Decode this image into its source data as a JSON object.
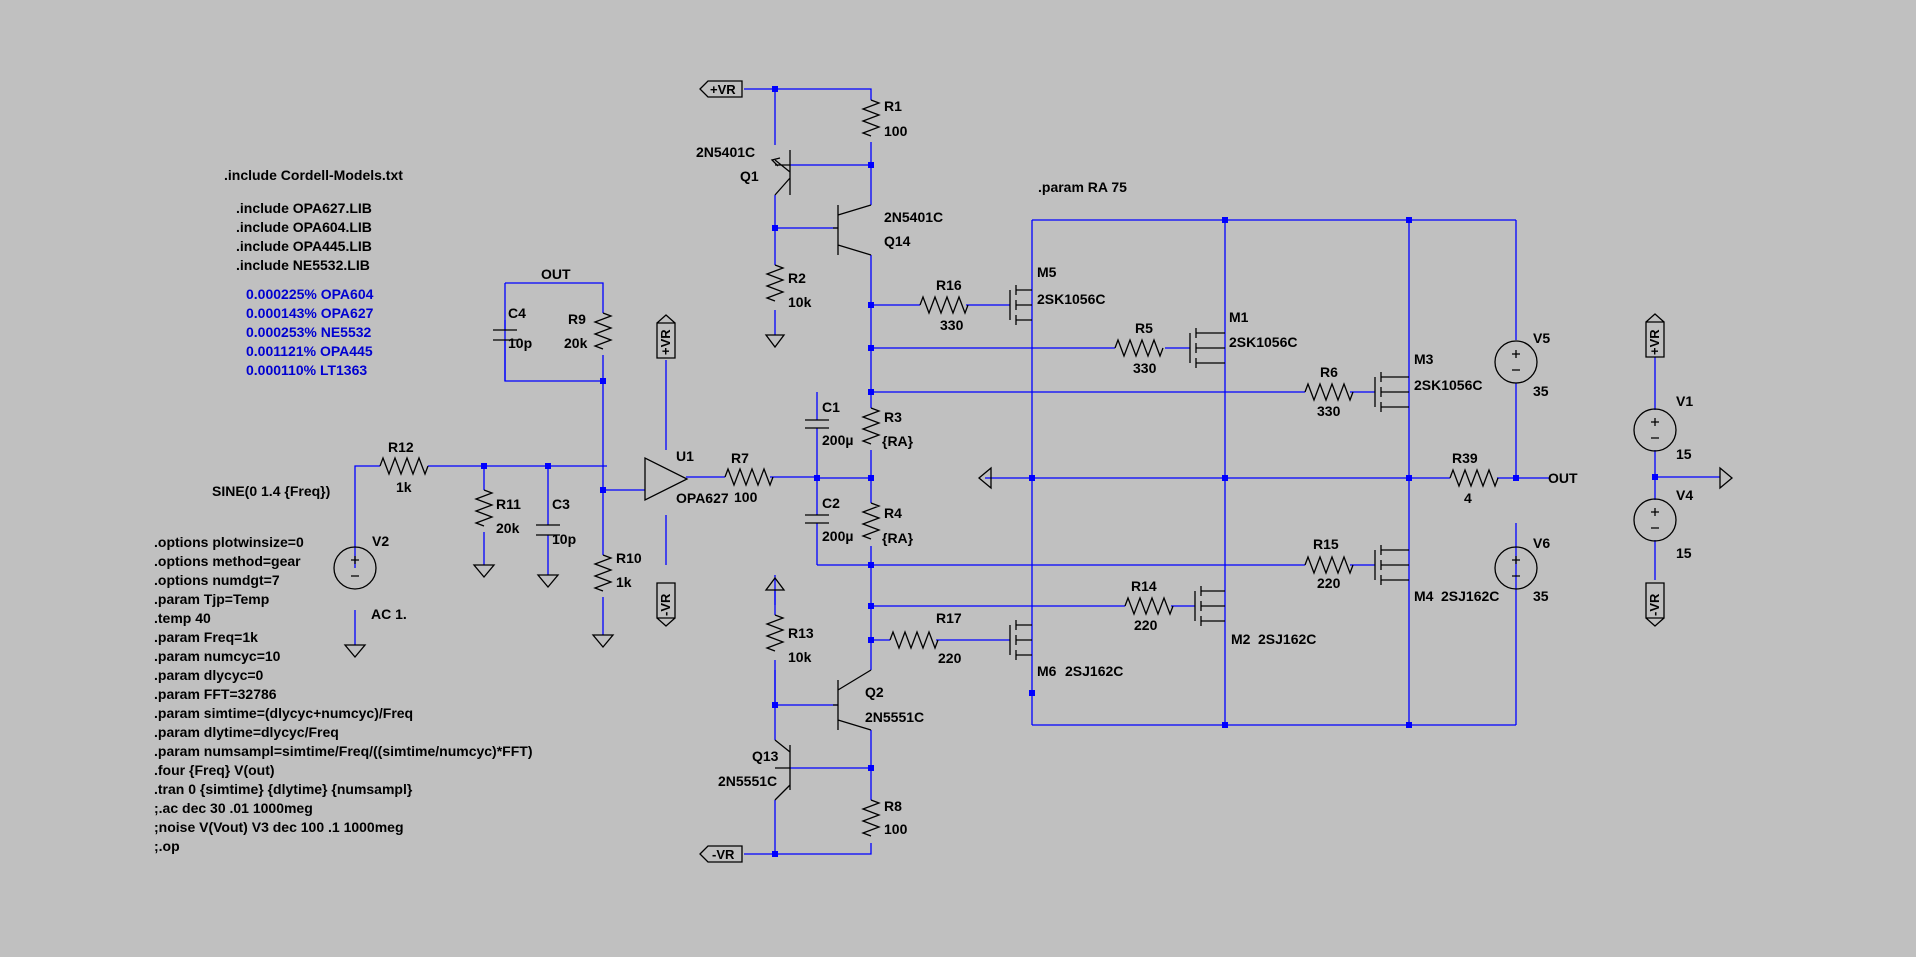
{
  "directives": {
    "include_cordell": ".include Cordell-Models.txt",
    "includes": [
      ".include OPA627.LIB",
      ".include OPA604.LIB",
      ".include OPA445.LIB",
      ".include NE5532.LIB"
    ],
    "param_ra": ".param RA 75",
    "sine": "SINE(0 1.4 {Freq})",
    "spice": [
      ".options plotwinsize=0",
      ".options method=gear",
      ".options numdgt=7",
      ".param Tjp=Temp",
      ".temp 40",
      ".param Freq=1k",
      ".param numcyc=10",
      ".param dlycyc=0",
      ".param FFT=32786",
      ".param simtime=(dlycyc+numcyc)/Freq",
      ".param dlytime=dlycyc/Freq",
      ".param numsampl=simtime/Freq/((simtime/numcyc)*FFT)",
      ".four {Freq} V(out)",
      ".tran 0 {simtime} {dlytime} {numsampl}",
      ";.ac dec 30 .01 1000meg",
      ";noise V(Vout) V3 dec 100 .1 1000meg",
      ";.op"
    ]
  },
  "thd_results": [
    "0.000225% OPA604",
    "0.000143% OPA627",
    "0.000253% NE5532",
    "0.001121% OPA445",
    "0.000110% LT1363"
  ],
  "labels": {
    "R1": "R1",
    "R1v": "100",
    "Q1": "Q1",
    "Q1m": "2N5401C",
    "Q14": "Q14",
    "Q14m": "2N5401C",
    "R2": "R2",
    "R2v": "10k",
    "R16": "R16",
    "R16v": "330",
    "M5": "M5",
    "M5m": "2SK1056C",
    "M1": "M1",
    "M1m": "2SK1056C",
    "R5": "R5",
    "R5v": "330",
    "M3": "M3",
    "M3m": "2SK1056C",
    "R6": "R6",
    "R6v": "330",
    "V5": "V5",
    "V5v": "35",
    "V1": "V1",
    "V1v": "15",
    "V4": "V4",
    "V4v": "15",
    "V6": "V6",
    "V6v": "35",
    "C4": "C4",
    "C4v": "10p",
    "R9": "R9",
    "R9v": "20k",
    "OUTtop": "OUT",
    "C1": "C1",
    "C1v": "200µ",
    "R3": "R3",
    "R3v": "{RA}",
    "C2": "C2",
    "C2v": "200µ",
    "R4": "R4",
    "R4v": "{RA}",
    "U1": "U1",
    "U1m": "OPA627",
    "R7": "R7",
    "R7v": "100",
    "R12": "R12",
    "R12v": "1k",
    "R11": "R11",
    "R11v": "20k",
    "C3": "C3",
    "C3v": "10p",
    "R10": "R10",
    "R10v": "1k",
    "V2": "V2",
    "V2ac": "AC 1.",
    "R39": "R39",
    "R39v": "4",
    "OUT": "OUT",
    "R15": "R15",
    "R15v": "220",
    "M4": "M4",
    "M4m": "2SJ162C",
    "R14": "R14",
    "R14v": "220",
    "M2": "M2",
    "M2m": "2SJ162C",
    "R17": "R17",
    "R17v": "220",
    "M6": "M6",
    "M6m": "2SJ162C",
    "R13": "R13",
    "R13v": "10k",
    "Q2": "Q2",
    "Q2m": "2N5551C",
    "Q13": "Q13",
    "Q13m": "2N5551C",
    "R8": "R8",
    "R8v": "100",
    "pVR": "+VR",
    "nVR": "-VR"
  }
}
